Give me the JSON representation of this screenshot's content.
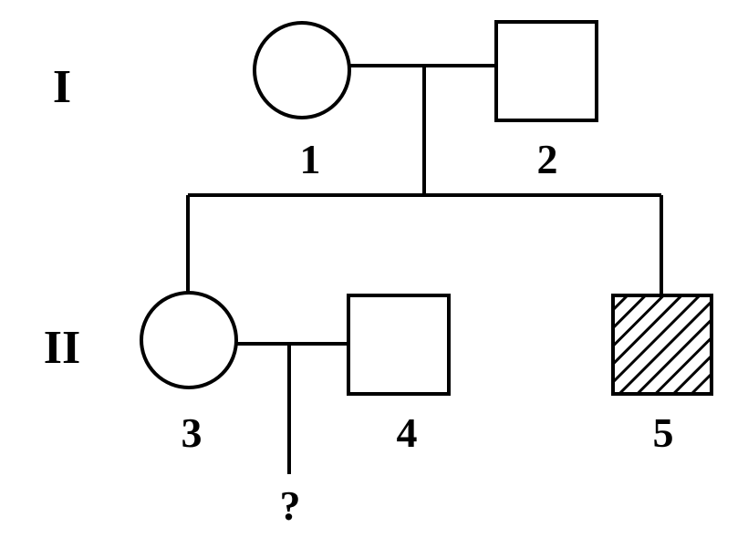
{
  "generations": [
    {
      "label": "I"
    },
    {
      "label": "II"
    }
  ],
  "individuals": [
    {
      "id": "1",
      "sex": "female",
      "affected": false
    },
    {
      "id": "2",
      "sex": "male",
      "affected": false
    },
    {
      "id": "3",
      "sex": "female",
      "affected": false
    },
    {
      "id": "4",
      "sex": "male",
      "affected": false
    },
    {
      "id": "5",
      "sex": "male",
      "affected": true
    }
  ],
  "unknown_offspring": {
    "label": "?"
  },
  "colors": {
    "line": "#000000",
    "background": "#ffffff"
  }
}
